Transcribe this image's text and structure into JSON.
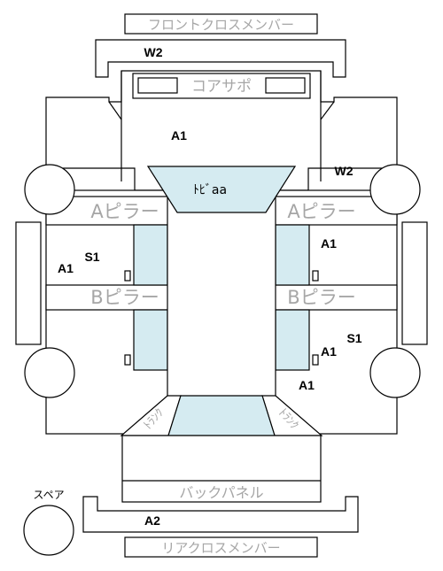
{
  "labels": {
    "front_cross_member": "フロントクロスメンバー",
    "w2_top": "W2",
    "core_support": "コアサポ",
    "a1_top": "A1",
    "w2_right": "W2",
    "toe_board": "ﾄﾋﾞaa",
    "a_pillar_left": "Aピラー",
    "a_pillar_right": "Aピラー",
    "a1_right_upper": "A1",
    "s1_left": "S1",
    "a1_left": "A1",
    "b_pillar_left": "Bピラー",
    "b_pillar_right": "Bピラー",
    "s1_right": "S1",
    "a1_right_lower": "A1",
    "a1_right_bottom": "A1",
    "trunk_left": "ﾄﾗﾝｸ",
    "trunk_right": "ﾄﾗﾝｸ",
    "back_panel": "バックパネル",
    "spare": "スペア",
    "a2": "A2",
    "rear_cross_member": "リアクロスメンバー"
  },
  "colors": {
    "panel_highlight": "#d5ebf1",
    "outline": "#000000",
    "label_gray": "#a6a6a6"
  }
}
